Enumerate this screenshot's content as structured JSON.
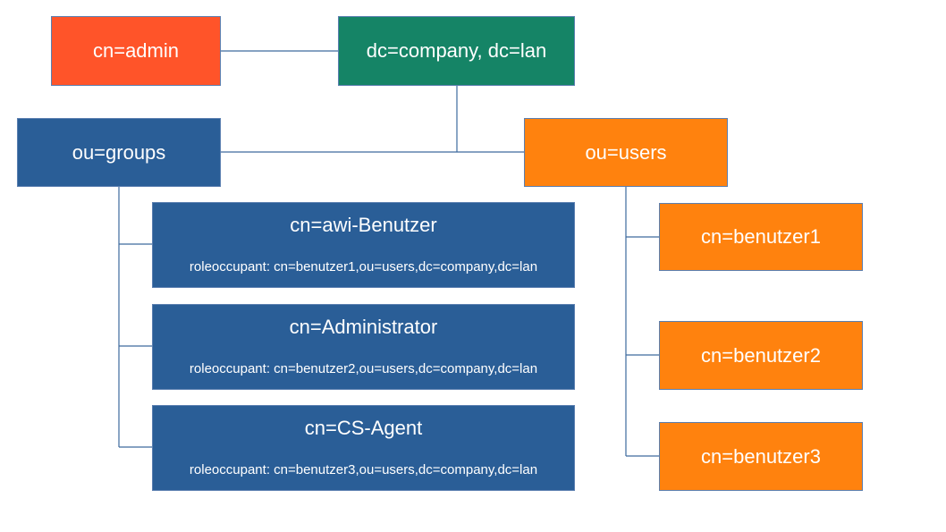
{
  "colors": {
    "admin": "#ff5429",
    "root": "#158466",
    "groups": "#2a5e97",
    "users": "#ff820e",
    "connector": "#3d6a9e",
    "text": "#ffffff"
  },
  "nodes": {
    "admin": "cn=admin",
    "root": "dc=company, dc=lan",
    "groups": "ou=groups",
    "users": "ou=users"
  },
  "group_entries": [
    {
      "title": "cn=awi-Benutzer",
      "attribute": "roleoccupant: cn=benutzer1,ou=users,dc=company,dc=lan"
    },
    {
      "title": "cn=Administrator",
      "attribute": "roleoccupant: cn=benutzer2,ou=users,dc=company,dc=lan"
    },
    {
      "title": "cn=CS-Agent",
      "attribute": "roleoccupant: cn=benutzer3,ou=users,dc=company,dc=lan"
    }
  ],
  "user_entries": [
    "cn=benutzer1",
    "cn=benutzer2",
    "cn=benutzer3"
  ]
}
